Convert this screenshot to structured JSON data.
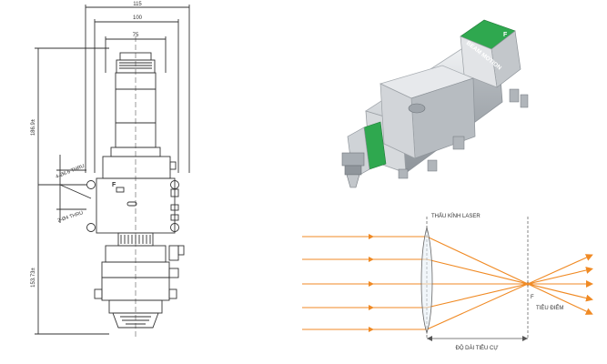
{
  "drawing": {
    "dims": {
      "top_115": "115",
      "top_100": "100",
      "top_75": "75",
      "left_186": "186.9±",
      "left_153": "153.73±"
    },
    "callouts": {
      "upper": "4-Ø6.6 THRU",
      "lower": "2-Ø4 THRU"
    }
  },
  "product": {
    "brand_text": "BEAM MOTION",
    "logo_mark": "F",
    "colors": {
      "body": "#c9ccd0",
      "accent": "#2fa84f"
    }
  },
  "optics": {
    "lens_label": "THẤU KÍNH LASER",
    "focus_label": "TIÊU ĐIỂM",
    "focus_mark": "F",
    "focal_length_label": "ĐỘ DÀI TIÊU CỰ",
    "colors": {
      "ray": "#f08a24",
      "line": "#555555"
    }
  }
}
